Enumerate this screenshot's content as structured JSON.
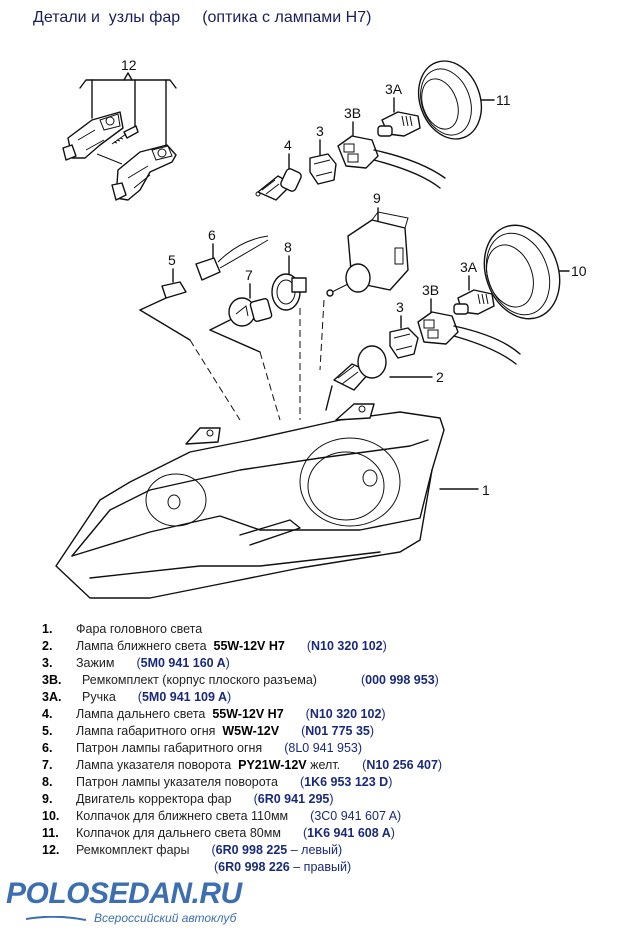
{
  "title": {
    "main": "Детали и  узлы фар",
    "sub": "(оптика с лампами H7)"
  },
  "diagram": {
    "callouts": [
      "1",
      "2",
      "3",
      "3",
      "3A",
      "3A",
      "3B",
      "3B",
      "4",
      "5",
      "6",
      "7",
      "8",
      "9",
      "10",
      "11",
      "12"
    ],
    "labels": {
      "c1": "1",
      "c2": "2",
      "c3a": "3",
      "c3b": "3",
      "c3A_top": "3A",
      "c3A_bot": "3A",
      "c3B_top": "3B",
      "c3B_bot": "3B",
      "c4": "4",
      "c5": "5",
      "c6": "6",
      "c7": "7",
      "c8": "8",
      "c9": "9",
      "c10": "10",
      "c11": "11",
      "c12": "12"
    }
  },
  "legend": [
    {
      "num": "1.",
      "desc": "Фара головного света",
      "spec": "",
      "part": "",
      "note": ""
    },
    {
      "num": "2.",
      "desc": "Лампа ближнего света",
      "spec": "55W-12V H7",
      "part": "N10 320 102",
      "note": ""
    },
    {
      "num": "3.",
      "desc": "Зажим",
      "spec": "",
      "part": "5M0 941 160 A",
      "note": ""
    },
    {
      "num": "3B.",
      "desc": "Ремкомплект (корпус плоского разъема)",
      "spec": "",
      "part": "000 998 953",
      "note": ""
    },
    {
      "num": "3A.",
      "desc": "Ручка",
      "spec": "",
      "part": "5M0 941 109 A",
      "note": ""
    },
    {
      "num": "4.",
      "desc": "Лампа дальнего света",
      "spec": "55W-12V H7",
      "part": "N10 320 102",
      "note": ""
    },
    {
      "num": "5.",
      "desc": "Лампа габаритного огня",
      "spec": "W5W-12V",
      "part": "N01 775 35",
      "note": ""
    },
    {
      "num": "6.",
      "desc": "Патрон лампы габаритного огня",
      "spec": "",
      "part": "8L0 941 953",
      "note": ""
    },
    {
      "num": "7.",
      "desc": "Лампа указателя поворота",
      "spec": "PY21W-12V",
      "extra": "желт.",
      "part": "N10 256 407",
      "note": ""
    },
    {
      "num": "8.",
      "desc": "Патрон лампы указателя поворота",
      "spec": "",
      "part": "1K6 953 123 D",
      "note": ""
    },
    {
      "num": "9.",
      "desc": "Двигатель корректора фар",
      "spec": "",
      "part": "6R0 941 295",
      "note": ""
    },
    {
      "num": "10.",
      "desc": "Колпачок для ближнего света 110мм",
      "spec": "",
      "part": "3C0 941 607 A",
      "note": ""
    },
    {
      "num": "11.",
      "desc": "Колпачок для дальнего света 80мм",
      "spec": "",
      "part": "1K6 941 608 A",
      "note": ""
    },
    {
      "num": "12.",
      "desc": "Ремкомплект фары",
      "spec": "",
      "part": "6R0 998 225",
      "note": "– левый"
    },
    {
      "num": "",
      "desc": "",
      "spec": "",
      "part": "6R0 998 226",
      "note": "– правый"
    }
  ],
  "logo": {
    "brand": "POLOSEDAN.RU",
    "tagline": "Всероссийский автоклуб",
    "color": "#3d6fb0"
  },
  "colors": {
    "title": "#1a1f5a",
    "part_number": "#1a2a7a"
  }
}
